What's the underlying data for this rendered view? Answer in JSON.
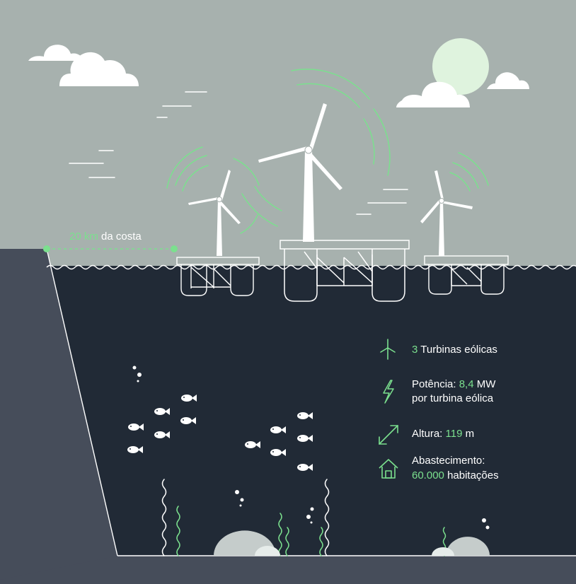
{
  "colors": {
    "sky": "#a7b1ae",
    "sea": "#212a36",
    "land": "#464d5a",
    "land_top": "#3f4653",
    "accent": "#7be08e",
    "white": "#ffffff",
    "sun": "#dff3de",
    "rock": "#c5cccb"
  },
  "distance": {
    "value": "20 km",
    "suffix": "da costa"
  },
  "stats": [
    {
      "icon": "wind-turbine-icon",
      "highlight": "3",
      "text": "Turbinas eólicas"
    },
    {
      "icon": "lightning-bolt-icon",
      "text": "Potência:",
      "highlight": "8,4",
      "unit": "MW",
      "line2": "por turbina eólica"
    },
    {
      "icon": "height-arrow-icon",
      "text": "Altura:",
      "highlight": "119",
      "unit": "m"
    },
    {
      "icon": "house-icon",
      "text": "Abastecimento:",
      "highlight": "60.000",
      "line2_suffix": "habitações"
    }
  ]
}
